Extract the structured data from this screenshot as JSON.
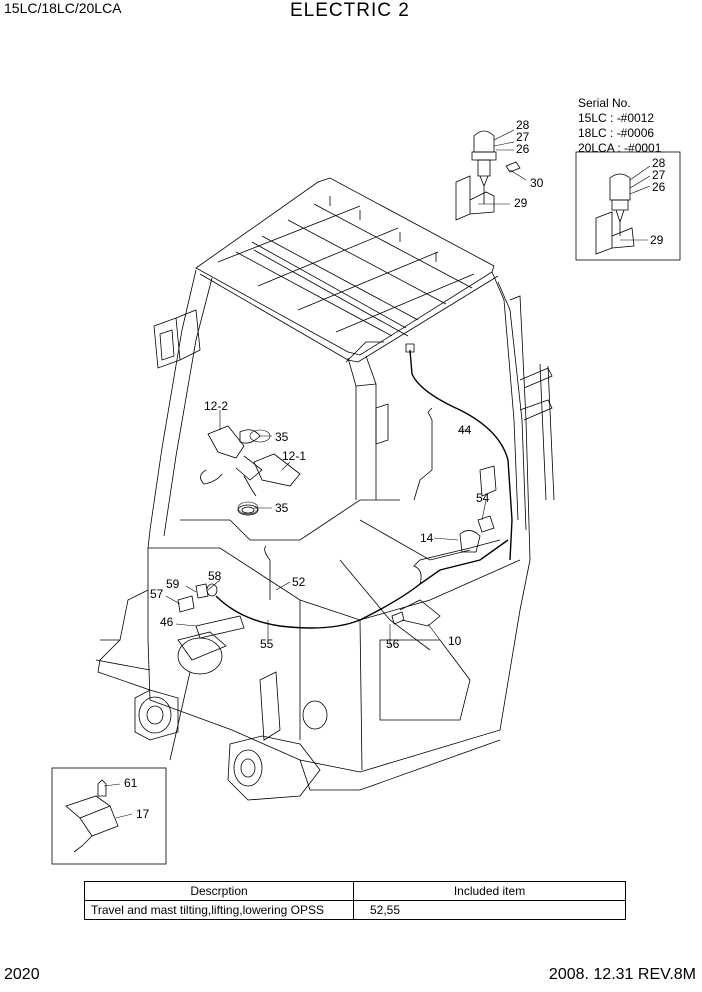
{
  "header": {
    "model": "15LC/18LC/20LCA",
    "title": "ELECTRIC 2"
  },
  "serial_note": {
    "heading": "Serial No.",
    "lines": [
      "15LC : -#0012",
      "18LC : -#0006",
      "20LCA : -#0001"
    ]
  },
  "callouts": {
    "c28a": "28",
    "c27a": "27",
    "c26a": "26",
    "c30": "30",
    "c29a": "29",
    "c28b": "28",
    "c27b": "27",
    "c26b": "26",
    "c29b": "29",
    "c12_2": "12-2",
    "c35a": "35",
    "c12_1": "12-1",
    "c35b": "35",
    "c44": "44",
    "c54": "54",
    "c14": "14",
    "c58": "58",
    "c59": "59",
    "c57": "57",
    "c52": "52",
    "c46": "46",
    "c55": "55",
    "c56": "56",
    "c10": "10",
    "c61": "61",
    "c17": "17"
  },
  "table": {
    "headers": [
      "Descrption",
      "Included item"
    ],
    "rows": [
      [
        "Travel and mast tilting,lifting,lowering OPSS",
        "52,55"
      ]
    ]
  },
  "footer": {
    "page": "2020",
    "date_rev": "2008. 12.31  REV.8M"
  }
}
